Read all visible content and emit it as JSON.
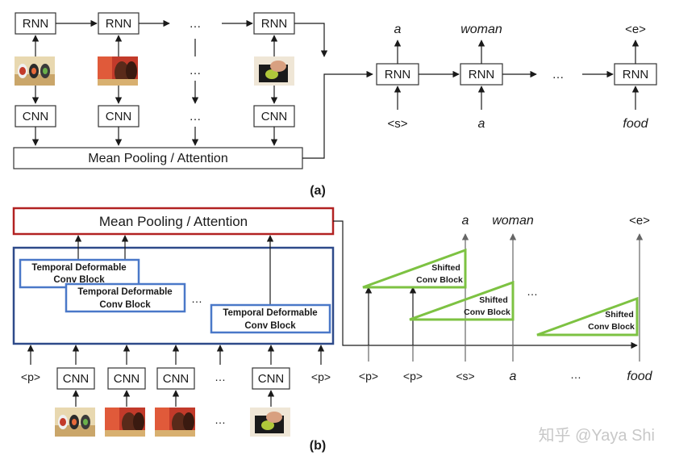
{
  "panel_a": {
    "caption": "(a)",
    "rnn_label": "RNN",
    "cnn_label": "CNN",
    "ellipsis": "…",
    "pooling_label": "Mean Pooling / Attention",
    "decoder": {
      "rnn_label": "RNN",
      "outputs": [
        "a",
        "woman",
        "…",
        "<e>"
      ],
      "inputs": [
        "<s>",
        "a",
        "…",
        "food"
      ]
    }
  },
  "panel_b": {
    "caption": "(b)",
    "pooling_label": "Mean Pooling / Attention",
    "block_label_line1": "Temporal Deformable",
    "block_label_line2": "Conv Block",
    "ellipsis": "…",
    "cnn_label": "CNN",
    "pad_label": "<p>",
    "decoder_inputs": [
      "<p>",
      "<p>",
      "<s>",
      "a",
      "…",
      "food"
    ],
    "decoder_outputs": [
      "a",
      "woman",
      "…",
      "<e>"
    ],
    "shifted_line1": "Shifted",
    "shifted_line2": "Conv Block"
  },
  "watermark": "知乎 @Yaya Shi",
  "colors": {
    "pooling_border_b": "#b22222",
    "encoder_border_b": "#2e4a8a",
    "block_border_b": "#4a78c8",
    "shifted_border": "#7dc242"
  },
  "icons": [
    "sushi-thumbnail-icon",
    "hand-thumbnail-icon"
  ]
}
